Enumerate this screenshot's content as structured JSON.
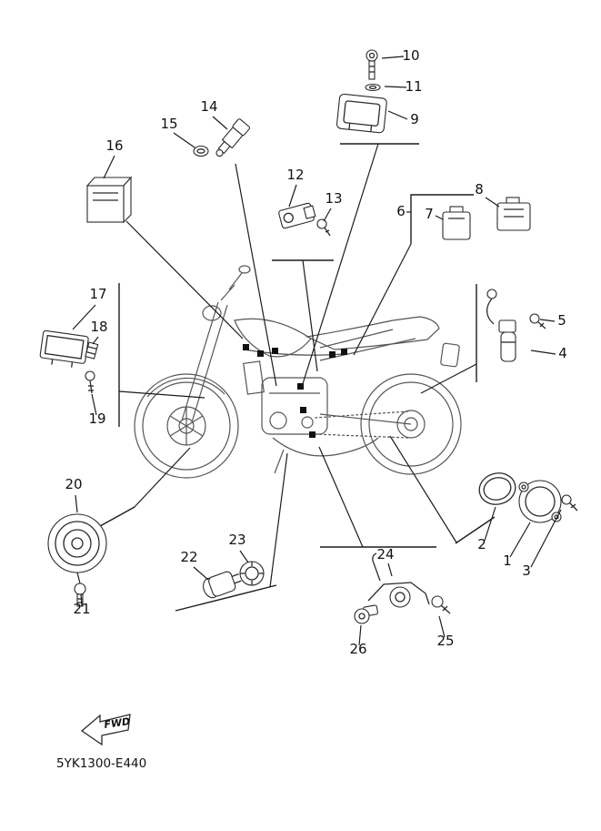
{
  "diagram": {
    "code": "5YK1300-E440",
    "fwd_label": "FWD",
    "callouts": {
      "c1": "1",
      "c2": "2",
      "c3": "3",
      "c4": "4",
      "c5": "5",
      "c6": "6",
      "c7": "7",
      "c8": "8",
      "c9": "9",
      "c10": "10",
      "c11": "11",
      "c12": "12",
      "c13": "13",
      "c14": "14",
      "c15": "15",
      "c16": "16",
      "c17": "17",
      "c18": "18",
      "c19": "19",
      "c20": "20",
      "c21": "21",
      "c22": "22",
      "c23": "23",
      "c24": "24",
      "c25": "25",
      "c26": "26"
    }
  }
}
